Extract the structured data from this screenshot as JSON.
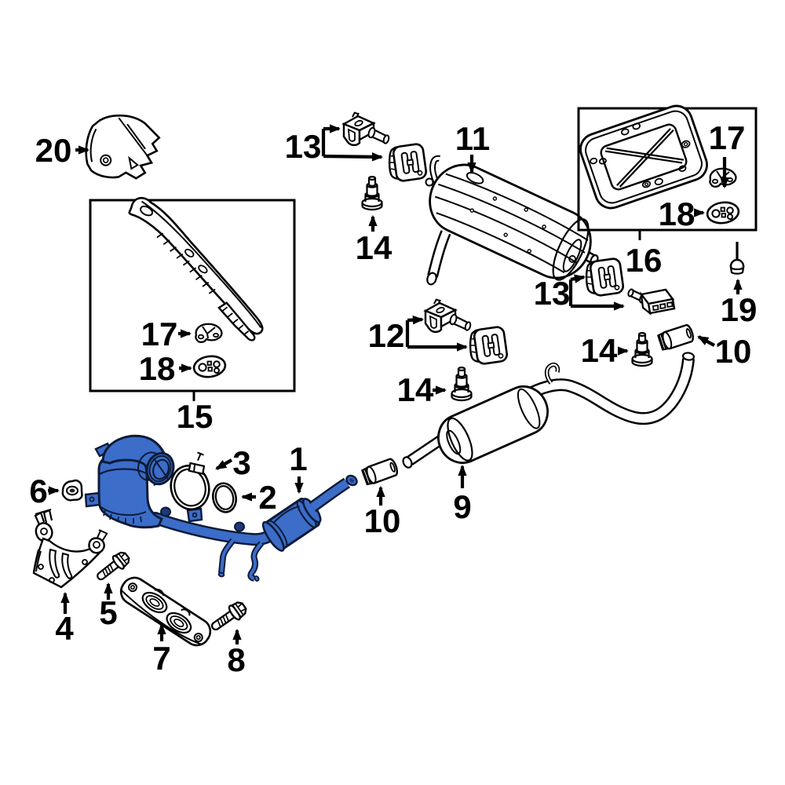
{
  "diagram_type": "exhaust-system-parts-diagram",
  "colors": {
    "background": "#ffffff",
    "ink": "#000000",
    "highlight": "#3b6dc9",
    "highlight_outline": "#0e1b38",
    "highlight_dark": "#1c3a7a"
  },
  "callouts": {
    "n20": "20",
    "n15": "15",
    "n17a": "17",
    "n18a": "18",
    "n13a": "13",
    "n14a": "14",
    "n11": "11",
    "n16": "16",
    "n17b": "17",
    "n18b": "18",
    "n19": "19",
    "n13b": "13",
    "n10a": "10",
    "n12": "12",
    "n14b": "14",
    "n14c": "14",
    "n9": "9",
    "n10b": "10",
    "n1": "1",
    "n2": "2",
    "n3": "3",
    "n6": "6",
    "n4": "4",
    "n5": "5",
    "n7": "7",
    "n8": "8"
  }
}
